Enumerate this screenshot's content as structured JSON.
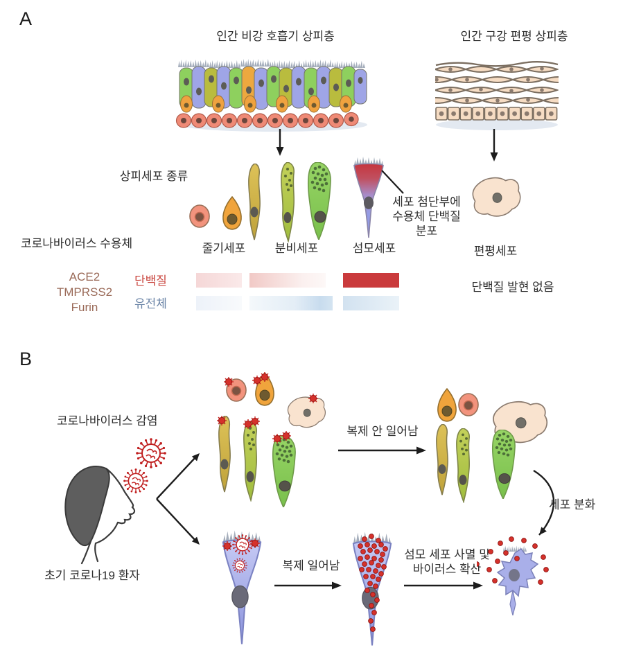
{
  "panel_a": {
    "label": "A",
    "nasal_epithelium_title": "인간 비강 호흡기 상피층",
    "oral_epithelium_title": "인간 구강 편평 상피층",
    "cell_types_heading": "상피세포 종류",
    "receptor_heading": "코로나바이러스 수용체",
    "receptors": [
      "ACE2",
      "TMPRSS2",
      "Furin"
    ],
    "row_protein": "단백질",
    "row_genome": "유전체",
    "cells": {
      "stem": "줄기세포",
      "secretory": "분비세포",
      "ciliated": "섬모세포",
      "squamous": "편평세포"
    },
    "apical_note": "세포 첨단부에\n수용체 단백질\n분포",
    "no_protein_note": "단백질 발현 없음"
  },
  "panel_b": {
    "label": "B",
    "infection_label": "코로나바이러스 감염",
    "patient_label": "초기 코로나19 환자",
    "no_replication_label": "복제 안 일어남",
    "replication_label": "복제 일어남",
    "differentiation_label": "세포 분화",
    "spread_label": "섬모 세포 사멸 및\n바이러스 확산"
  },
  "colors": {
    "protein_text": "#c9453e",
    "genome_text": "#6d86a8",
    "receptor_text": "#9a6a58",
    "protein_high": "#ca3a3c"
  }
}
